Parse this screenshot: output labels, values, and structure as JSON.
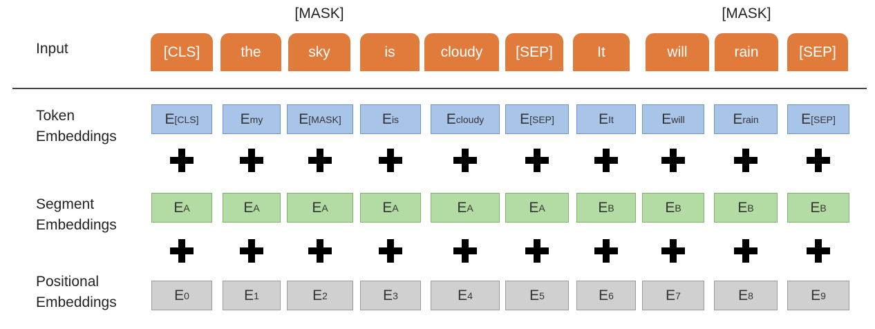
{
  "labels": {
    "input": "Input",
    "token": [
      "Token",
      "Embeddings"
    ],
    "segment": [
      "Segment",
      "Embeddings"
    ],
    "positional": [
      "Positional",
      "Embeddings"
    ]
  },
  "mask_labels": [
    {
      "text": "[MASK]",
      "column": 2
    },
    {
      "text": "[MASK]",
      "column": 8
    }
  ],
  "input_tokens": [
    "[CLS]",
    "the",
    "sky",
    "is",
    "cloudy",
    "[SEP]",
    "It",
    "will",
    "rain",
    "[SEP]"
  ],
  "token_embeddings": [
    {
      "base": "E",
      "sub": "[CLS]"
    },
    {
      "base": "E",
      "sub": "my"
    },
    {
      "base": "E",
      "sub": "[MASK]"
    },
    {
      "base": "E",
      "sub": "is"
    },
    {
      "base": "E",
      "sub": "cloudy"
    },
    {
      "base": "E",
      "sub": "[SEP]"
    },
    {
      "base": "E",
      "sub": "It"
    },
    {
      "base": "E",
      "sub": "will"
    },
    {
      "base": "E",
      "sub": "rain"
    },
    {
      "base": "E",
      "sub": "[SEP]"
    }
  ],
  "segment_embeddings": [
    {
      "base": "E",
      "sub": "A"
    },
    {
      "base": "E",
      "sub": "A"
    },
    {
      "base": "E",
      "sub": "A"
    },
    {
      "base": "E",
      "sub": "A"
    },
    {
      "base": "E",
      "sub": "A"
    },
    {
      "base": "E",
      "sub": "A"
    },
    {
      "base": "E",
      "sub": "B"
    },
    {
      "base": "E",
      "sub": "B"
    },
    {
      "base": "E",
      "sub": "B"
    },
    {
      "base": "E",
      "sub": "B"
    }
  ],
  "positional_embeddings": [
    {
      "base": "E",
      "sub": "0"
    },
    {
      "base": "E",
      "sub": "1"
    },
    {
      "base": "E",
      "sub": "2"
    },
    {
      "base": "E",
      "sub": "3"
    },
    {
      "base": "E",
      "sub": "4"
    },
    {
      "base": "E",
      "sub": "5"
    },
    {
      "base": "E",
      "sub": "6"
    },
    {
      "base": "E",
      "sub": "7"
    },
    {
      "base": "E",
      "sub": "8"
    },
    {
      "base": "E",
      "sub": "9"
    }
  ],
  "colors": {
    "input_token": "#e07b3c",
    "token_embedding": "#a8c4e8",
    "segment_embedding": "#b3dba4",
    "positional_embedding": "#d0d0d0"
  }
}
